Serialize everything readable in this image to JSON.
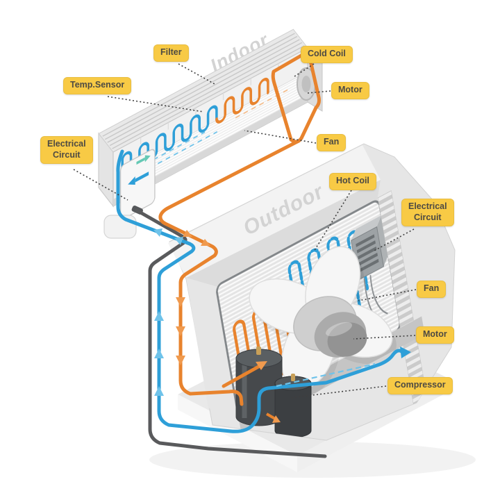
{
  "diagram": {
    "watermarks": {
      "indoor": "Indoor",
      "outdoor": "Outdoor"
    },
    "labels": {
      "filter": "Filter",
      "cold_coil": "Cold Coil",
      "temp_sensor": "Temp.Sensor",
      "indoor_motor": "Motor",
      "indoor_fan": "Fan",
      "indoor_electrical_circuit": "Electrical\nCircuit",
      "hot_coil": "Hot Coil",
      "outdoor_electrical_circuit": "Electrical\nCircuit",
      "outdoor_fan": "Fan",
      "outdoor_motor": "Motor",
      "compressor": "Compressor"
    },
    "colors": {
      "label_background": "#F8CA45",
      "label_text": "#4D4A43",
      "cold_refrigerant": "#2E9FD8",
      "cold_light": "#6FC3EA",
      "hot_refrigerant": "#E8832D",
      "hot_light": "#F09A4E",
      "drain_pipe": "#595A5C",
      "leader_line": "#3F3F3F",
      "watermark": "#D3D3D3",
      "teal_indicator": "#66C9B5"
    }
  }
}
